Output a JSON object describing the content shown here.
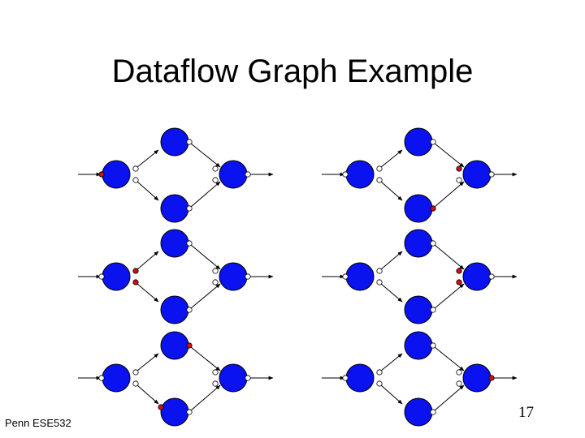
{
  "slide": {
    "title": "Dataflow Graph Example",
    "footer": "Penn ESE532",
    "page_number": "17"
  },
  "colors": {
    "node_fill": "#0a12f0",
    "node_stroke": "#000000",
    "token": "#cc1111",
    "empty_port": "#ffffff",
    "edge": "#000000"
  },
  "diagram": {
    "description_of_structure": "",
    "panels": [
      {
        "name": "left",
        "stages": [
          {
            "in_token": true,
            "fork_tokens": [
              false,
              false
            ],
            "top_out_token": false,
            "bottom_out_token": false,
            "join_tokens": [
              false,
              false
            ],
            "out_token": false
          },
          {
            "in_token": false,
            "fork_tokens": [
              true,
              true
            ],
            "top_out_token": false,
            "bottom_out_token": false,
            "join_tokens": [
              false,
              false
            ],
            "out_token": false
          },
          {
            "in_token": false,
            "fork_tokens": [
              false,
              false
            ],
            "top_out_token": true,
            "bottom_out_token": false,
            "join_tokens": [
              false,
              false
            ],
            "out_token": false,
            "bottom_in_token": true
          }
        ]
      },
      {
        "name": "right",
        "stages": [
          {
            "in_token": false,
            "fork_tokens": [
              false,
              false
            ],
            "top_out_token": false,
            "bottom_out_token": true,
            "join_tokens": [
              true,
              false
            ],
            "out_token": false
          },
          {
            "in_token": false,
            "fork_tokens": [
              false,
              false
            ],
            "top_out_token": false,
            "bottom_out_token": false,
            "join_tokens": [
              true,
              true
            ],
            "out_token": false
          },
          {
            "in_token": false,
            "fork_tokens": [
              false,
              false
            ],
            "top_out_token": false,
            "bottom_out_token": false,
            "join_tokens": [
              false,
              false
            ],
            "out_token": true
          }
        ]
      }
    ]
  }
}
